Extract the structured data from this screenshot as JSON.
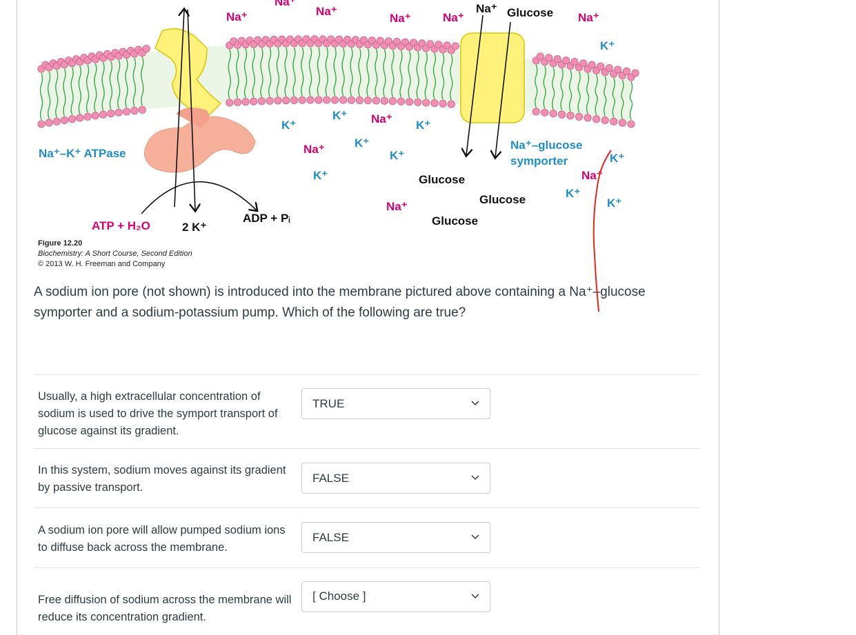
{
  "figure": {
    "labels": {
      "na_plus": "Na⁺",
      "k_plus": "K⁺",
      "glucose": "Glucose",
      "atpase": "Na⁺–K⁺ ATPase",
      "symporter_line1": "Na⁺–glucose",
      "symporter_line2": "symporter",
      "atp_h2o": "ATP + H₂O",
      "two_k": "2 K⁺",
      "adp_pi": "ADP + Pᵢ"
    },
    "caption": {
      "title": "Figure 12.20",
      "source": "Biochemistry: A Short Course, Second Edition",
      "copyright": "© 2013 W. H. Freeman and Company"
    },
    "colors": {
      "na_label": "#d6006e",
      "k_label": "#1f8ec7",
      "head": "#ef8fb3",
      "tail": "#3aa64a",
      "transporter": "#fff27a",
      "atpase_body": "#f6b09a",
      "annotation": "#e0261b"
    }
  },
  "question": {
    "text": "A sodium ion pore (not shown) is introduced into the membrane pictured above containing a Na⁺–glucose symporter and a sodium-potassium pump. Which of the following are true?"
  },
  "statements": [
    {
      "text": "Usually, a high extracellular concentration of sodium is used to drive the symport transport of glucose against its gradient.",
      "selected": "TRUE"
    },
    {
      "text": "In this system, sodium moves against its gradient by passive transport.",
      "selected": "FALSE"
    },
    {
      "text": "A sodium ion pore will allow pumped sodium ions to diffuse back across the membrane.",
      "selected": "FALSE"
    },
    {
      "text": "Free diffusion of sodium across the membrane will reduce its concentration gradient.",
      "selected": "[ Choose ]"
    }
  ]
}
